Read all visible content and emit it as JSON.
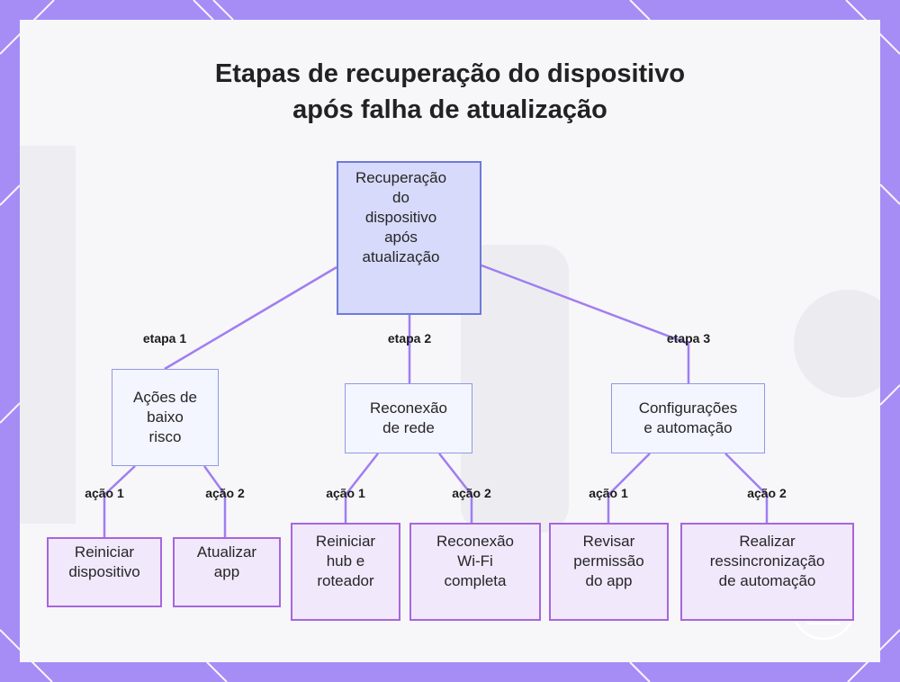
{
  "diagram": {
    "title_lines": [
      "Etapas de recuperação do dispositivo",
      "após falha de atualização"
    ],
    "root": {
      "label_lines": [
        "Recuperação",
        "do",
        "dispositivo",
        "após",
        "atualização"
      ]
    },
    "steps": [
      {
        "edge_label": "etapa 1",
        "label_lines": [
          "Ações de",
          "baixo",
          "risco"
        ],
        "actions": [
          {
            "edge_label": "ação 1",
            "label_lines": [
              "Reiniciar",
              "dispositivo"
            ]
          },
          {
            "edge_label": "ação 2",
            "label_lines": [
              "Atualizar",
              "app"
            ]
          }
        ]
      },
      {
        "edge_label": "etapa 2",
        "label_lines": [
          "Reconexão",
          "de rede"
        ],
        "actions": [
          {
            "edge_label": "ação 1",
            "label_lines": [
              "Reiniciar",
              "hub e",
              "roteador"
            ]
          },
          {
            "edge_label": "ação 2",
            "label_lines": [
              "Reconexão",
              "Wi-Fi",
              "completa"
            ]
          }
        ]
      },
      {
        "edge_label": "etapa 3",
        "label_lines": [
          "Configurações",
          "e automação"
        ],
        "actions": [
          {
            "edge_label": "ação 1",
            "label_lines": [
              "Revisar",
              "permissão",
              "do app"
            ]
          },
          {
            "edge_label": "ação 2",
            "label_lines": [
              "Realizar",
              "ressincronização",
              "de automação"
            ]
          }
        ]
      }
    ],
    "colors": {
      "frame_border": "#a68cf5",
      "panel_background": "#f7f6f9",
      "edge": "#a07ef0",
      "root_fill": "#d7dafa",
      "root_stroke": "#6e7ad9",
      "step_fill": "#f3f5ff",
      "step_stroke": "#8f9ae3",
      "action_fill": "#f1e8fc",
      "action_stroke": "#a766dd"
    },
    "watermark_icon": "house-logo-icon"
  }
}
